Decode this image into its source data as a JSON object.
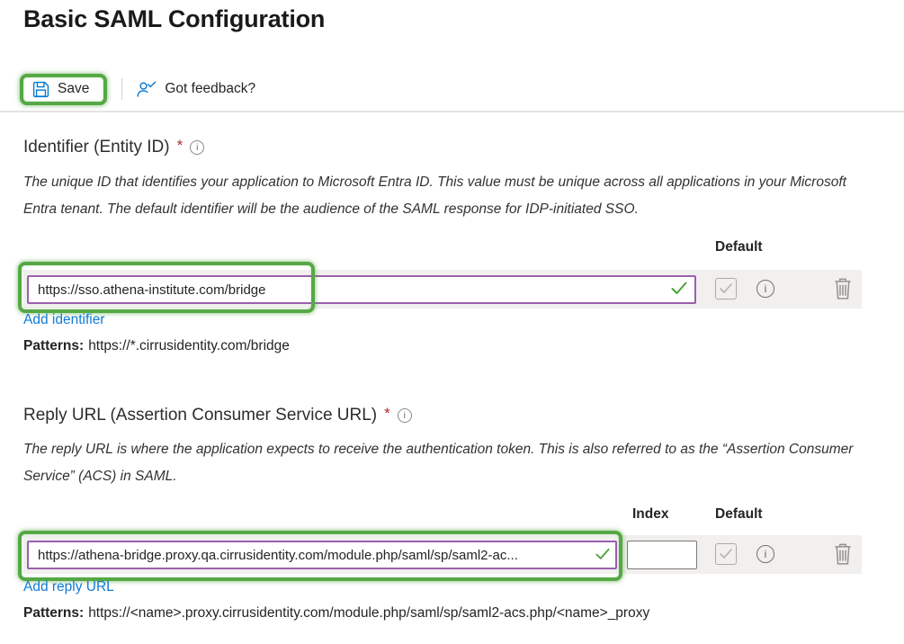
{
  "page": {
    "title": "Basic SAML Configuration"
  },
  "toolbar": {
    "save_label": "Save",
    "feedback_label": "Got feedback?"
  },
  "icons": {
    "info_glyph": "i"
  },
  "identifier_section": {
    "title": "Identifier (Entity ID)",
    "required_marker": "*",
    "description": "The unique ID that identifies your application to Microsoft Entra ID. This value must be unique across all applications in your Microsoft Entra tenant. The default identifier will be the audience of the SAML response for IDP-initiated SSO.",
    "columns": {
      "default": "Default"
    },
    "row": {
      "value": "https://sso.athena-institute.com/bridge"
    },
    "add_link": "Add identifier",
    "patterns_label": "Patterns:",
    "patterns_value": "https://*.cirrusidentity.com/bridge"
  },
  "reply_section": {
    "title": "Reply URL (Assertion Consumer Service URL)",
    "required_marker": "*",
    "description": "The reply URL is where the application expects to receive the authentication token. This is also referred to as the “Assertion Consumer Service” (ACS) in SAML.",
    "columns": {
      "index": "Index",
      "default": "Default"
    },
    "row": {
      "value": "https://athena-bridge.proxy.qa.cirrusidentity.com/module.php/saml/sp/saml2-ac...",
      "index_value": ""
    },
    "add_link": "Add reply URL",
    "patterns_label": "Patterns:",
    "patterns_value": "https://<name>.proxy.cirrusidentity.com/module.php/saml/sp/saml2-acs.php/<name>_proxy"
  },
  "colors": {
    "accent_blue": "#0078d4",
    "annotation_green": "#55a845",
    "modified_field_purple": "#9c5fae",
    "valid_green": "#4ca03c",
    "row_gray": "#f1f0ef",
    "required_red": "#b02a2a"
  }
}
